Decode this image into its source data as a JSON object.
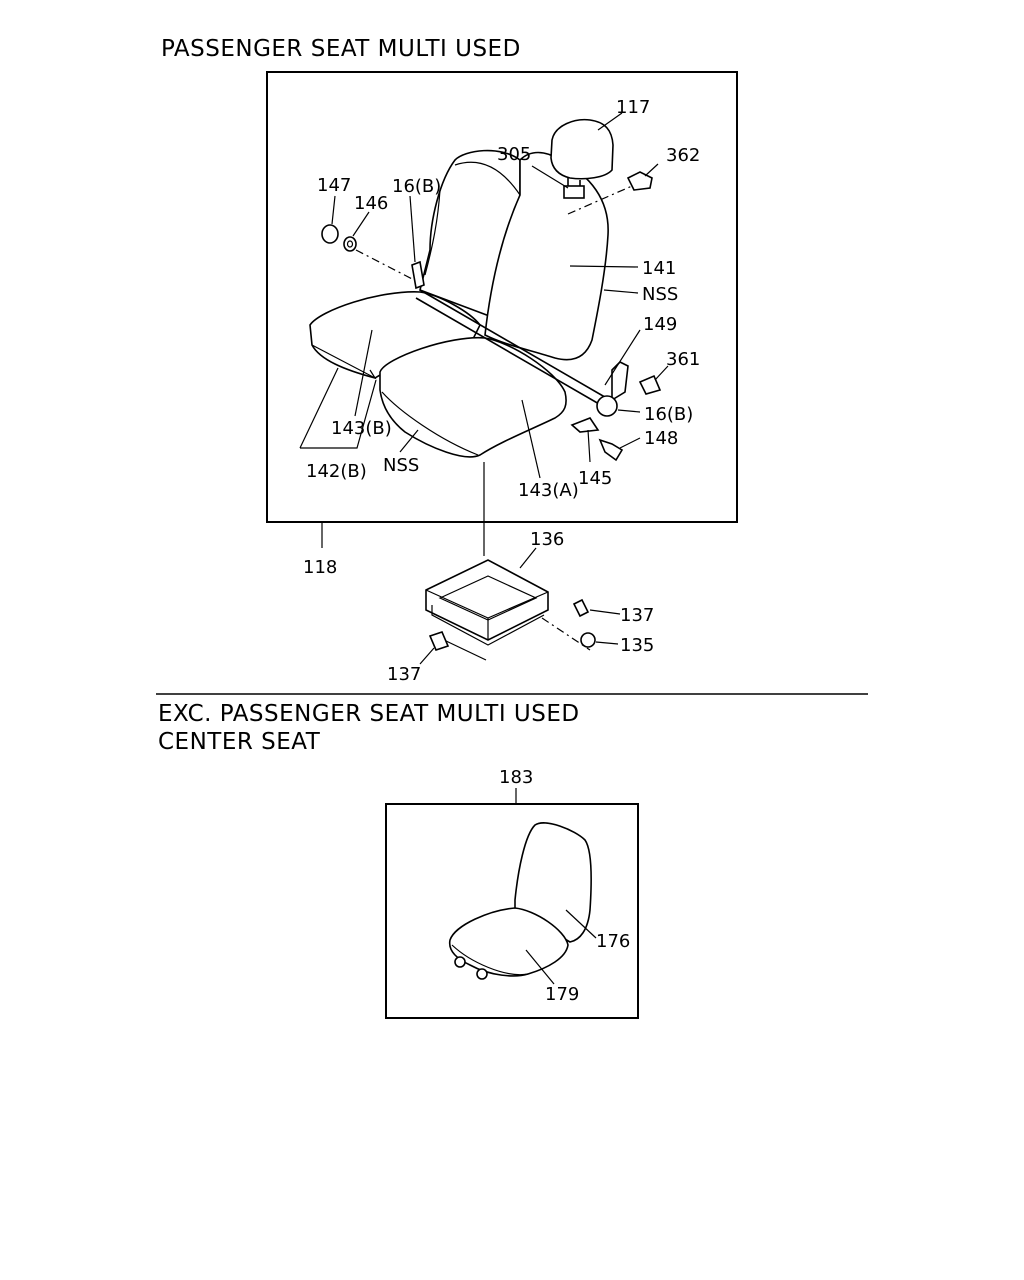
{
  "sections": {
    "top_title": "PASSENGER SEAT MULTI USED",
    "bottom_title_line1": "EXC. PASSENGER SEAT MULTI USED",
    "bottom_title_line2": "CENTER SEAT"
  },
  "callouts": {
    "c117": "117",
    "c305": "305",
    "c362": "362",
    "c147": "147",
    "c146": "146",
    "c16b_top": "16(B)",
    "c141": "141",
    "c nss_back": "NSS",
    "c149": "149",
    "c361": "361",
    "c16b_right": "16(B)",
    "c148": "148",
    "c145": "145",
    "c143a": "143(A)",
    "c143b": "143(B)",
    "c142b": "142(B)",
    "c nss_cushion": "NSS",
    "c118": "118",
    "c136": "136",
    "c137_right": "137",
    "c135": "135",
    "c137_left": "137",
    "c183": "183",
    "c176": "176",
    "c179": "179"
  }
}
